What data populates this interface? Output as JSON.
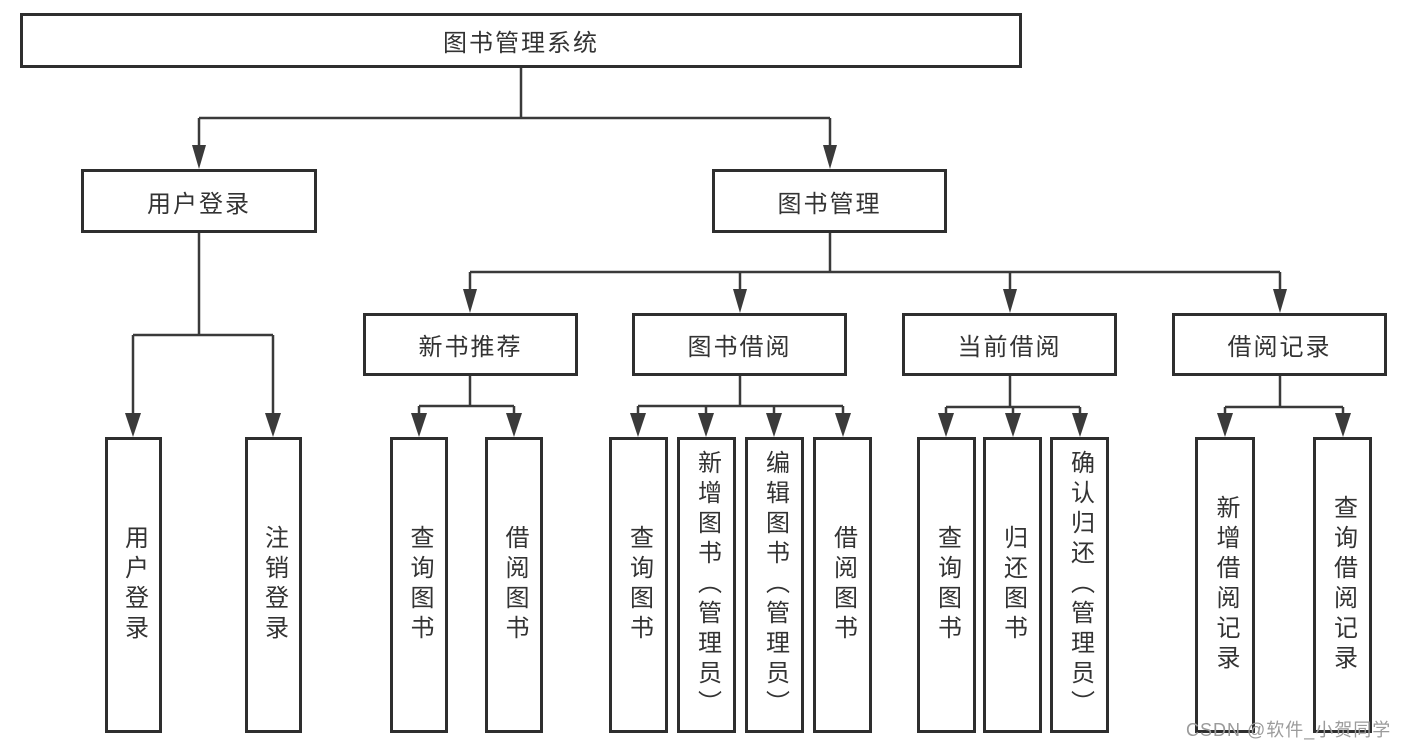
{
  "diagram_title": "图书管理系统",
  "colors": {
    "line": "#3a3a3a",
    "box_border": "#2e2e2e",
    "text": "#333333",
    "background": "#ffffff",
    "watermark": "#9b9b9b"
  },
  "nodes": {
    "root": "图书管理系统",
    "user_login": "用户登录",
    "book_mgmt": "图书管理",
    "new_book_rec": "新书推荐",
    "book_borrow": "图书借阅",
    "current_borrow": "当前借阅",
    "borrow_records": "借阅记录",
    "leaf_user_login": "用户登录",
    "leaf_logout": "注销登录",
    "rec_query": "查询图书",
    "rec_borrow": "借阅图书",
    "bb_query": "查询图书",
    "bb_add": "新增图书（管理员）",
    "bb_edit": "编辑图书（管理员）",
    "bb_borrow": "借阅图书",
    "cb_query": "查询图书",
    "cb_return": "归还图书",
    "cb_confirm": "确认归还（管理员）",
    "br_add": "新增借阅记录",
    "br_query": "查询借阅记录"
  },
  "watermark": {
    "text": "CSDN @软件_小贺同学"
  }
}
